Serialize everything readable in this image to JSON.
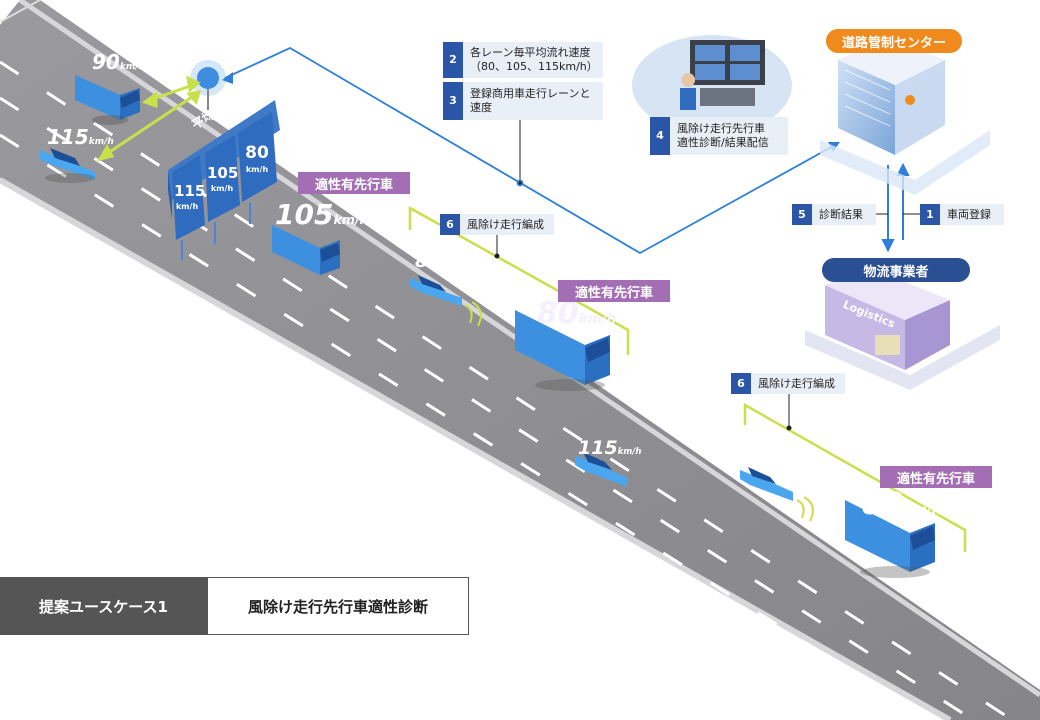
{
  "labels": {
    "l2": {
      "num": "2",
      "text": "各レーン毎平均流れ速度\n（80、105、115km/h）"
    },
    "l3": {
      "num": "3",
      "text": "登録商用車走行レーンと\n速度"
    },
    "l4": {
      "num": "4",
      "text": "風除け走行先行車\n適性診断/結果配信"
    },
    "l5": {
      "num": "5",
      "text": "診断結果"
    },
    "l1": {
      "num": "1",
      "text": "車両登録"
    },
    "l6a": {
      "num": "6",
      "text": "風除け走行編成"
    },
    "l6b": {
      "num": "6",
      "text": "風除け走行編成"
    }
  },
  "center": "道路管制センター",
  "operator": "物流事業者",
  "warehouse_sign": "Logistics",
  "sign": {
    "title": "平均車線速度",
    "lanes": [
      "115",
      "105",
      "80"
    ],
    "unit": "km/h"
  },
  "leader_badge": "適性有先行車",
  "speeds": {
    "truck_top": "90",
    "car_top": "115",
    "truck_mid": "105",
    "car_mid": "80",
    "truck_big": "80",
    "car_low": "115",
    "car_low2": "80",
    "truck_low": "80",
    "unit": "km/h"
  },
  "usecase": {
    "tag": "提案ユースケース1",
    "title": "風除け走行先行車適性診断"
  },
  "colors": {
    "road": "#8c8c90",
    "accent": "#2b55a6",
    "vehicle": "#2f8fe0",
    "green": "#c8e04a",
    "purple": "#a36eb3"
  }
}
